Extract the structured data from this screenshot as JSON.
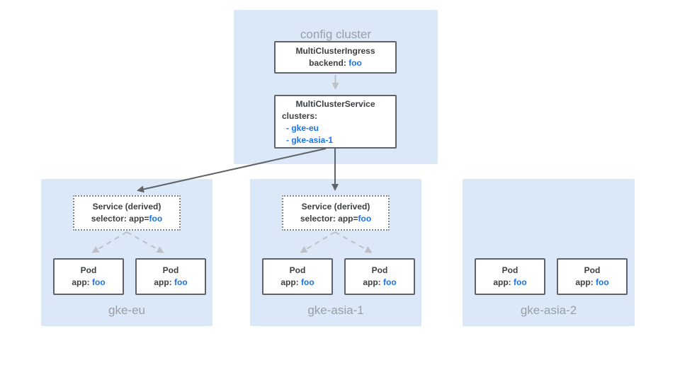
{
  "diagram": {
    "config_cluster": {
      "label": "config cluster",
      "ingress": {
        "title": "MultiClusterIngress",
        "backend_label": "backend:",
        "backend_value": "foo"
      },
      "service": {
        "title": "MultiClusterService",
        "clusters_label": "clusters:",
        "cluster_items": [
          "- gke-eu",
          "- gke-asia-1"
        ]
      }
    },
    "clusters": [
      {
        "label": "gke-eu",
        "service": {
          "title": "Service (derived)",
          "selector_label": "selector: app=",
          "selector_value": "foo"
        },
        "pods": [
          {
            "title": "Pod",
            "app_label": "app:",
            "app_value": "foo"
          },
          {
            "title": "Pod",
            "app_label": "app:",
            "app_value": "foo"
          }
        ]
      },
      {
        "label": "gke-asia-1",
        "service": {
          "title": "Service (derived)",
          "selector_label": "selector: app=",
          "selector_value": "foo"
        },
        "pods": [
          {
            "title": "Pod",
            "app_label": "app:",
            "app_value": "foo"
          },
          {
            "title": "Pod",
            "app_label": "app:",
            "app_value": "foo"
          }
        ]
      },
      {
        "label": "gke-asia-2",
        "pods": [
          {
            "title": "Pod",
            "app_label": "app:",
            "app_value": "foo"
          },
          {
            "title": "Pod",
            "app_label": "app:",
            "app_value": "foo"
          }
        ]
      }
    ],
    "colors": {
      "cluster_background": "#DAE8F8",
      "node_border": "#5F6368",
      "node_dotted_border": "#80868B",
      "text_dark": "#3C4043",
      "accent_blue": "#1A73E8",
      "muted_label": "#9AA0A6",
      "arrow_dark": "#5F6368",
      "arrow_light": "#BDC1C6"
    }
  }
}
